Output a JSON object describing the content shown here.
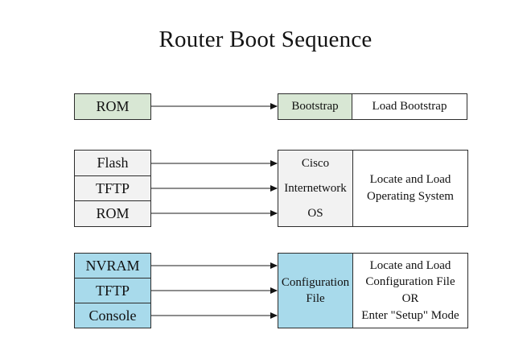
{
  "title": "Router Boot Sequence",
  "colors": {
    "green": "#d8e7d4",
    "gray": "#f2f2f2",
    "blue": "#a8daeb",
    "border": "#2d2d2d",
    "arrow_line": "#7d7d7d",
    "arrow_head": "#141414"
  },
  "rows": [
    {
      "sources": [
        {
          "label": "ROM"
        }
      ],
      "component": {
        "lines": [
          "Bootstrap"
        ]
      },
      "action": {
        "lines": [
          "Load Bootstrap"
        ]
      }
    },
    {
      "sources": [
        {
          "label": "Flash"
        },
        {
          "label": "TFTP"
        },
        {
          "label": "ROM"
        }
      ],
      "component": {
        "lines": [
          "Cisco",
          "Internetwork",
          "OS"
        ]
      },
      "action": {
        "lines": [
          "Locate and Load",
          "Operating System"
        ]
      }
    },
    {
      "sources": [
        {
          "label": "NVRAM"
        },
        {
          "label": "TFTP"
        },
        {
          "label": "Console"
        }
      ],
      "component": {
        "lines": [
          "Configuration",
          "File"
        ]
      },
      "action": {
        "lines": [
          "Locate and Load",
          "Configuration File",
          "OR",
          "Enter \"Setup\" Mode"
        ]
      }
    }
  ]
}
